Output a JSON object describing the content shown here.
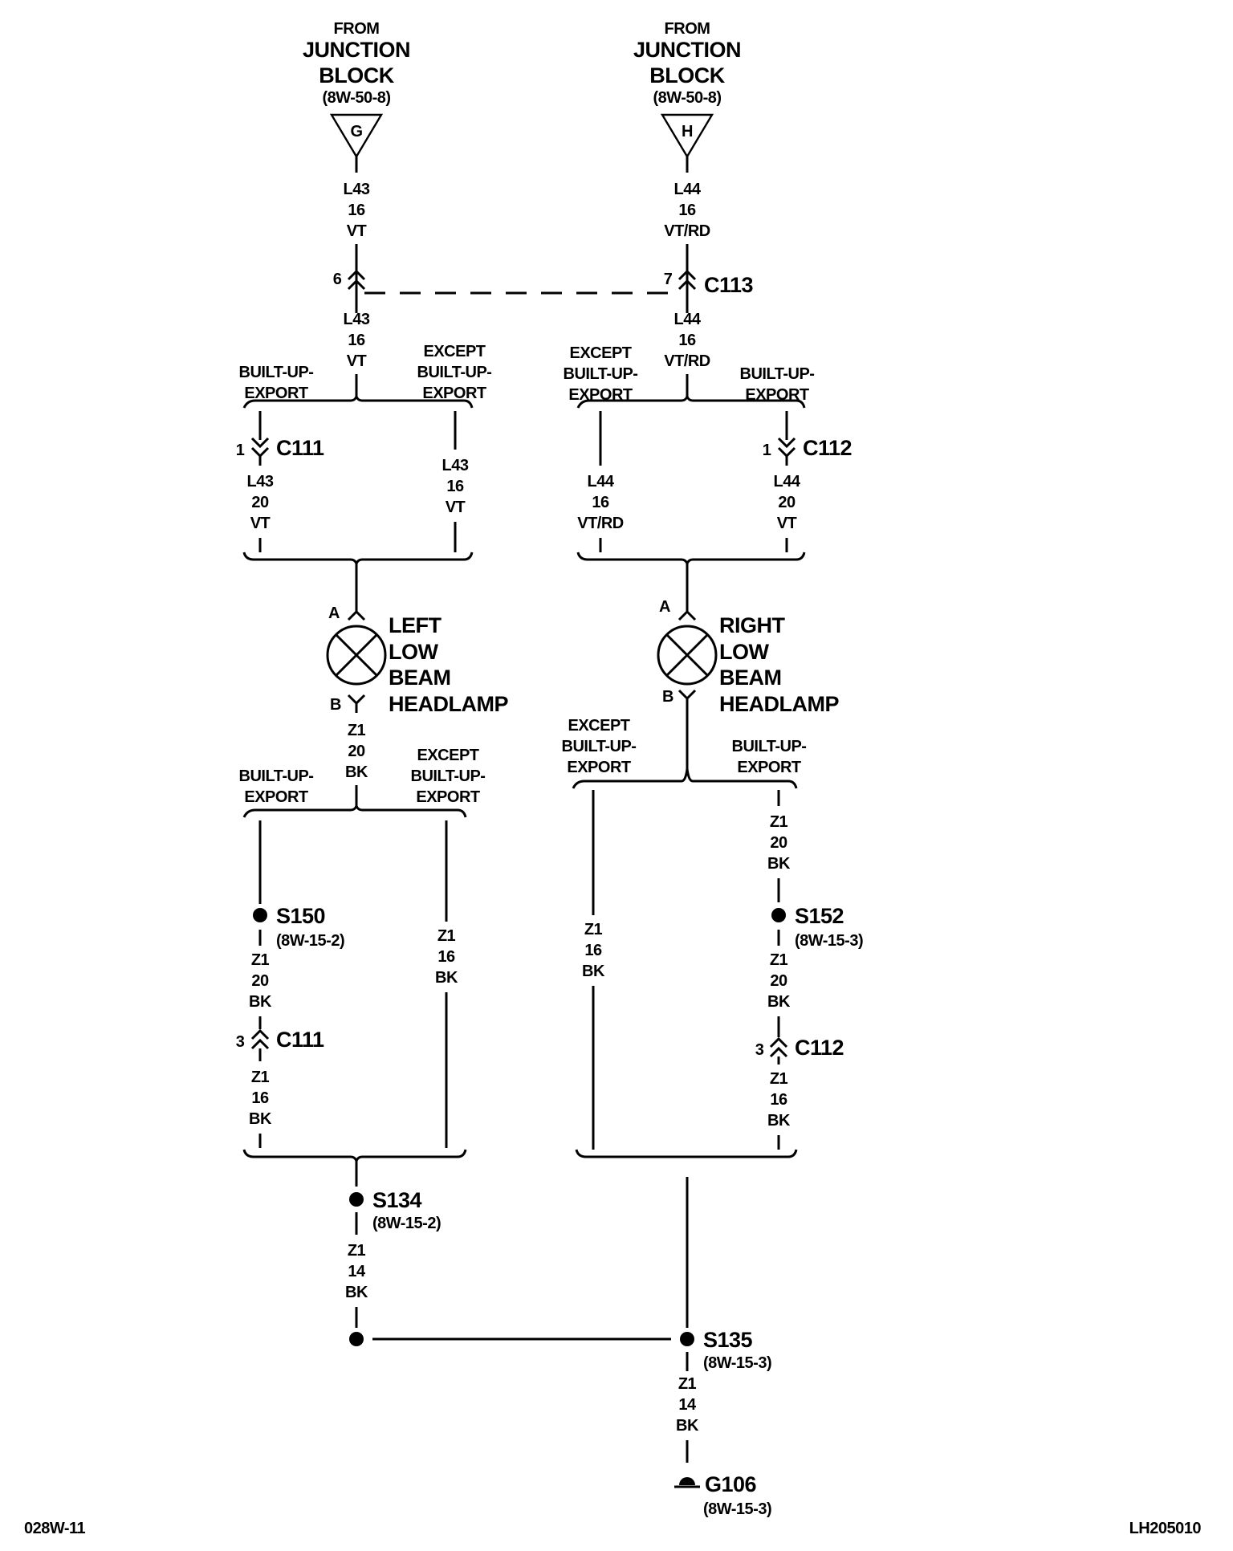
{
  "sources": {
    "left": {
      "from": "FROM",
      "line1": "JUNCTION",
      "line2": "BLOCK",
      "ref": "(8W-50-8)",
      "pin": "G"
    },
    "right": {
      "from": "FROM",
      "line1": "JUNCTION",
      "line2": "BLOCK",
      "ref": "(8W-50-8)",
      "pin": "H"
    }
  },
  "wires": {
    "l43_top": [
      "L43",
      "16",
      "VT"
    ],
    "l44_top": [
      "L44",
      "16",
      "VT/RD"
    ],
    "l43_mid": [
      "L43",
      "16",
      "VT"
    ],
    "l44_mid": [
      "L44",
      "16",
      "VT/RD"
    ],
    "l43_c111": [
      "L43",
      "20",
      "VT"
    ],
    "l43_except": [
      "L43",
      "16",
      "VT"
    ],
    "l44_except": [
      "L44",
      "16",
      "VT/RD"
    ],
    "l44_c112": [
      "L44",
      "20",
      "VT"
    ],
    "z1_left_lamp": [
      "Z1",
      "20",
      "BK"
    ],
    "z1_left_s150_below": [
      "Z1",
      "20",
      "BK"
    ],
    "z1_left_c111_below": [
      "Z1",
      "16",
      "BK"
    ],
    "z1_left_except": [
      "Z1",
      "16",
      "BK"
    ],
    "z1_right_except": [
      "Z1",
      "16",
      "BK"
    ],
    "z1_right_above_s152": [
      "Z1",
      "20",
      "BK"
    ],
    "z1_right_s152_below": [
      "Z1",
      "20",
      "BK"
    ],
    "z1_right_c112_below": [
      "Z1",
      "16",
      "BK"
    ],
    "z1_s134_below": [
      "Z1",
      "14",
      "BK"
    ],
    "z1_s135_below": [
      "Z1",
      "14",
      "BK"
    ]
  },
  "connectors": {
    "c113": {
      "name": "C113",
      "pin_left": "6",
      "pin_right": "7"
    },
    "c111_top": {
      "name": "C111",
      "pin": "1"
    },
    "c112_top": {
      "name": "C112",
      "pin": "1"
    },
    "c111_bottom": {
      "name": "C111",
      "pin": "3"
    },
    "c112_bottom": {
      "name": "C112",
      "pin": "3"
    }
  },
  "options": {
    "top_left_builtup": [
      "BUILT-UP-",
      "EXPORT"
    ],
    "top_left_except": [
      "EXCEPT",
      "BUILT-UP-",
      "EXPORT"
    ],
    "top_right_except": [
      "EXCEPT",
      "BUILT-UP-",
      "EXPORT"
    ],
    "top_right_builtup": [
      "BUILT-UP-",
      "EXPORT"
    ],
    "bot_left_builtup": [
      "BUILT-UP-",
      "EXPORT"
    ],
    "bot_left_except": [
      "EXCEPT",
      "BUILT-UP-",
      "EXPORT"
    ],
    "bot_right_except": [
      "EXCEPT",
      "BUILT-UP-",
      "EXPORT"
    ],
    "bot_right_builtup": [
      "BUILT-UP-",
      "EXPORT"
    ]
  },
  "lamps": {
    "left": {
      "lines": [
        "LEFT",
        "LOW",
        "BEAM",
        "HEADLAMP"
      ],
      "pin_a": "A",
      "pin_b": "B"
    },
    "right": {
      "lines": [
        "RIGHT",
        "LOW",
        "BEAM",
        "HEADLAMP"
      ],
      "pin_a": "A",
      "pin_b": "B"
    }
  },
  "splices": {
    "s150": {
      "name": "S150",
      "ref": "(8W-15-2)"
    },
    "s152": {
      "name": "S152",
      "ref": "(8W-15-3)"
    },
    "s134": {
      "name": "S134",
      "ref": "(8W-15-2)"
    },
    "s135": {
      "name": "S135",
      "ref": "(8W-15-3)"
    }
  },
  "ground": {
    "name": "G106",
    "ref": "(8W-15-3)"
  },
  "footer": {
    "left_code": "028W-11",
    "right_code": "LH205010"
  }
}
